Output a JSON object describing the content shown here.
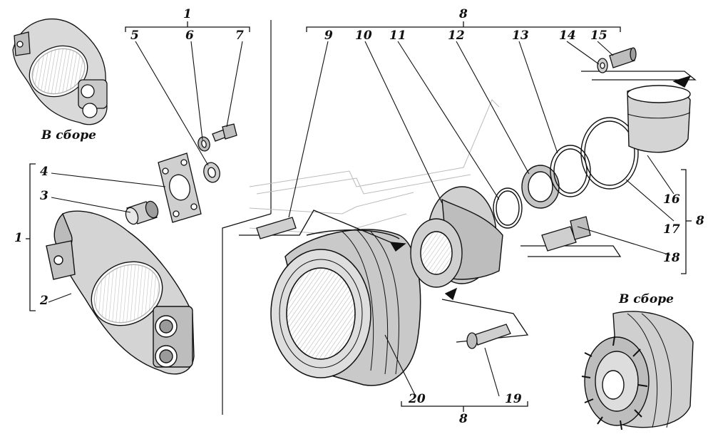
{
  "captions": {
    "assembled_top": "В сборе",
    "assembled_bottom": "В сборе"
  },
  "callouts": {
    "n1_top": "1",
    "n1_side": "1",
    "n2": "2",
    "n3": "3",
    "n4": "4",
    "n5": "5",
    "n6": "6",
    "n7": "7",
    "n8_top": "8",
    "n8_side": "8",
    "n8_bottom": "8",
    "n9": "9",
    "n10": "10",
    "n11": "11",
    "n12": "12",
    "n13": "13",
    "n14": "14",
    "n15": "15",
    "n16": "16",
    "n17": "17",
    "n18": "18",
    "n19": "19",
    "n20": "20"
  }
}
